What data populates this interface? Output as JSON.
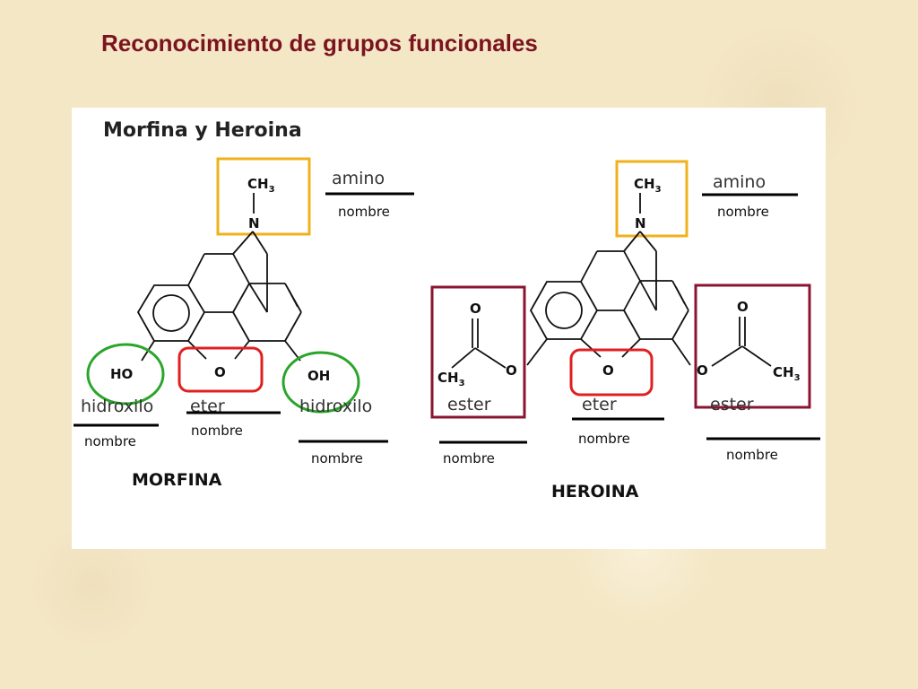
{
  "slide": {
    "title": "Reconocimiento de grupos funcionales"
  },
  "figure": {
    "title": "Morfina y Heroina",
    "colors": {
      "amino_box": "#f0b21c",
      "hydroxyl_circle": "#2aa52a",
      "ether_box": "#e02020",
      "ester_box": "#8a1530"
    },
    "morphine": {
      "name": "MORFINA",
      "atoms": {
        "ch3": "CH",
        "ch3_sub": "3",
        "n": "N",
        "ho": "HO",
        "o_ether": "O",
        "oh": "OH"
      },
      "labels": {
        "amino": "amino",
        "hydroxyl_left": "hidroxilo",
        "ether": "eter",
        "hydroxyl_right": "hidroxilo"
      },
      "nombre": [
        "nombre",
        "nombre",
        "nombre",
        "nombre"
      ]
    },
    "heroin": {
      "name": "HEROINA",
      "atoms": {
        "ch3": "CH",
        "ch3_sub": "3",
        "n": "N",
        "o_ether": "O",
        "ester_left_o_top": "O",
        "ester_left_o": "O",
        "ester_left_ch3": "CH",
        "ester_right_o_top": "O",
        "ester_right_o": "O",
        "ester_right_ch3": "CH"
      },
      "labels": {
        "amino": "amino",
        "ester_left": "ester",
        "ether": "eter",
        "ester_right": "ester"
      },
      "nombre": [
        "nombre",
        "nombre",
        "nombre",
        "nombre"
      ]
    }
  }
}
